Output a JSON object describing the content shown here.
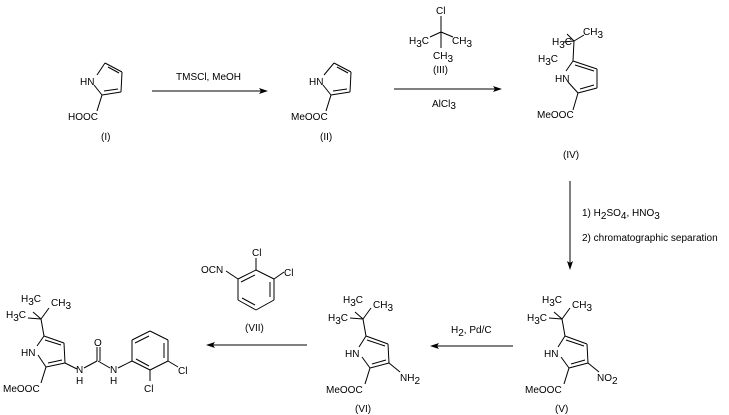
{
  "scheme": {
    "title": "Synthesis scheme of methyl 5-tert-butyl-3-[3-(2,3-dichlorophenyl)ureido]pyrrole-2-carboxylate",
    "compounds": [
      {
        "id": "I",
        "label": "(I)",
        "groups": {
          "nh": "HN",
          "acid": "HOOC"
        }
      },
      {
        "id": "II",
        "label": "(II)",
        "groups": {
          "nh": "HN",
          "ester": "MeOOC"
        }
      },
      {
        "id": "III",
        "label": "(III)",
        "groups": {
          "cl": "Cl",
          "left": "H",
          "left_sub": "3",
          "left_c": "C",
          "right": "CH",
          "right_sub": "3",
          "bottom": "CH",
          "bottom_sub": "3"
        }
      },
      {
        "id": "IV",
        "label": "(IV)",
        "groups": {
          "nh": "HN",
          "ester": "MeOOC",
          "me_top": "H",
          "me_top_sub": "3",
          "me_top_c": "C",
          "me_right": "CH",
          "me_right_sub": "3",
          "me_left": "H",
          "me_left_sub": "3",
          "me_left_c": "C"
        }
      },
      {
        "id": "V",
        "label": "(V)",
        "groups": {
          "nh": "HN",
          "ester": "MeOOC",
          "nitro": "NO",
          "nitro_sub": "2",
          "me_top": "H",
          "me_top_sub": "3",
          "me_top_c": "C",
          "me_right": "CH",
          "me_right_sub": "3",
          "me_left": "H",
          "me_left_sub": "3",
          "me_left_c": "C"
        }
      },
      {
        "id": "VI",
        "label": "(VI)",
        "groups": {
          "nh": "HN",
          "ester": "MeOOC",
          "amine": "NH",
          "amine_sub": "2",
          "me_top": "H",
          "me_top_sub": "3",
          "me_top_c": "C",
          "me_right": "CH",
          "me_right_sub": "3",
          "me_left": "H",
          "me_left_sub": "3",
          "me_left_c": "C"
        }
      },
      {
        "id": "VII",
        "label": "(VII)",
        "groups": {
          "isocyanate": "OCN",
          "cl1": "Cl",
          "cl2": "Cl"
        }
      },
      {
        "id": "product",
        "label": "",
        "groups": {
          "nh": "HN",
          "ester": "MeOOC",
          "o": "O",
          "n1": "N",
          "h1": "H",
          "n2": "N",
          "h2": "H",
          "cl1": "Cl",
          "cl2": "Cl",
          "me_top": "H",
          "me_top_sub": "3",
          "me_top_c": "C",
          "me_right": "CH",
          "me_right_sub": "3",
          "me_left": "H",
          "me_left_sub": "3",
          "me_left_c": "C"
        }
      }
    ],
    "steps": [
      {
        "from": "I",
        "to": "II",
        "direction": "right",
        "reagents_above": "TMSCl, MeOH",
        "reagents_below": ""
      },
      {
        "from": "II",
        "to": "IV",
        "direction": "right",
        "reagents_above": "(III)",
        "reagents_below_main": "AlCl",
        "reagents_below_sub": "3"
      },
      {
        "from": "IV",
        "to": "V",
        "direction": "down",
        "line1_a": "1) H",
        "line1_sub1": "2",
        "line1_b": "SO",
        "line1_sub2": "4",
        "line1_c": ", HNO",
        "line1_sub3": "3",
        "line2": "2) chromatographic separation"
      },
      {
        "from": "V",
        "to": "VI",
        "direction": "left",
        "reagent_a": "H",
        "reagent_sub": "2",
        "reagent_b": ", Pd/C"
      },
      {
        "from": "VI",
        "to": "product",
        "direction": "left",
        "reagent": "(VII)"
      }
    ]
  }
}
